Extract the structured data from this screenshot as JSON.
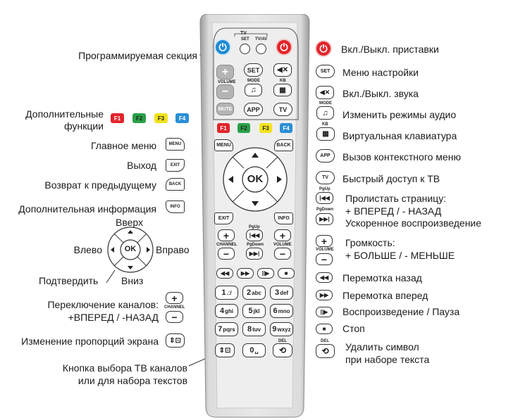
{
  "left": {
    "programmable": "Программируемая секция",
    "extra_funcs_1": "Дополнительные",
    "extra_funcs_2": "функции",
    "f_keys": [
      "F1",
      "F2",
      "F3",
      "F4"
    ],
    "main_menu": "Главное меню",
    "main_menu_key": "MENU",
    "exit": "Выход",
    "exit_key": "EXIT",
    "back": "Возврат к предыдущему",
    "back_key": "BACK",
    "info": "Дополнительная информация",
    "info_key": "INFO",
    "up": "Вверх",
    "left": "Влево",
    "right": "Вправо",
    "ok": "OK",
    "confirm": "Подтвердить",
    "down": "Вниз",
    "channels_1": "Переключение каналов:",
    "channels_2": "+ВПЕРЕД / -НАЗАД",
    "channel_key": "CHANNEL",
    "aspect": "Изменение пропорций экрана",
    "num_key_1": "Кнопка выбора ТВ каналов",
    "num_key_2": "или для набора текстов"
  },
  "remote": {
    "tv_label": "TV",
    "set_label": "SET",
    "tvav_label": "TV/AV",
    "volume_label": "VOLUME",
    "mute": "MUTE",
    "set": "SET",
    "mode_label": "MODE",
    "kb_label": "KB",
    "app": "APP",
    "tv": "TV",
    "f_keys": [
      "F1",
      "F2",
      "F3",
      "F4"
    ],
    "menu": "MENU",
    "back": "BACK",
    "ok": "OK",
    "exit": "EXIT",
    "info": "INFO",
    "pgup": "PgUp",
    "pgdown": "PgDown",
    "channel": "CHANNEL",
    "volume": "VOLUME",
    "numbers": [
      {
        "n": "1",
        "s": ".:/"
      },
      {
        "n": "2",
        "s": "abc"
      },
      {
        "n": "3",
        "s": "def"
      },
      {
        "n": "4",
        "s": "ghi"
      },
      {
        "n": "5",
        "s": "jkl"
      },
      {
        "n": "6",
        "s": "mno"
      },
      {
        "n": "7",
        "s": "pqrs"
      },
      {
        "n": "8",
        "s": "tuv"
      },
      {
        "n": "9",
        "s": "wxyz"
      }
    ],
    "zero": "0",
    "del": "DEL"
  },
  "right": {
    "power": "Вкл./Выкл. приставки",
    "set_key": "SET",
    "setup_menu": "Меню настройки",
    "mute": "Вкл./Выкл. звука",
    "mode_key": "MODE",
    "audio_modes": "Изменить режимы аудио",
    "kb_key": "KB",
    "keyboard": "Виртуальная клавиатура",
    "app_key": "APP",
    "context_menu": "Вызов контекстного меню",
    "tv_key": "TV",
    "tv_quick": "Быстрый доступ к ТВ",
    "pgup_key": "PgUp",
    "page_1": "Пролистать страницу:",
    "page_2": "+ ВПЕРЕД / - НАЗАД",
    "pgdown_key": "PgDown",
    "fast_play": "Ускоренное воспроизведение",
    "volume_1": "Громкость:",
    "volume_key": "VOLUME",
    "volume_2": "+ БОЛЬШЕ / - МЕНЬШЕ",
    "rewind": "Перемотка назад",
    "forward": "Перемотка вперед",
    "play_pause": "Воспроизведение / Пауза",
    "stop": "Стоп",
    "del_key": "DEL",
    "del_1": "Удалить символ",
    "del_2": "при наборе текста"
  },
  "colors": {
    "red": "#e2242b",
    "green": "#2aa048",
    "yellow": "#f2e21d",
    "blue": "#2b8ed6",
    "body": "#d8d8d8"
  }
}
